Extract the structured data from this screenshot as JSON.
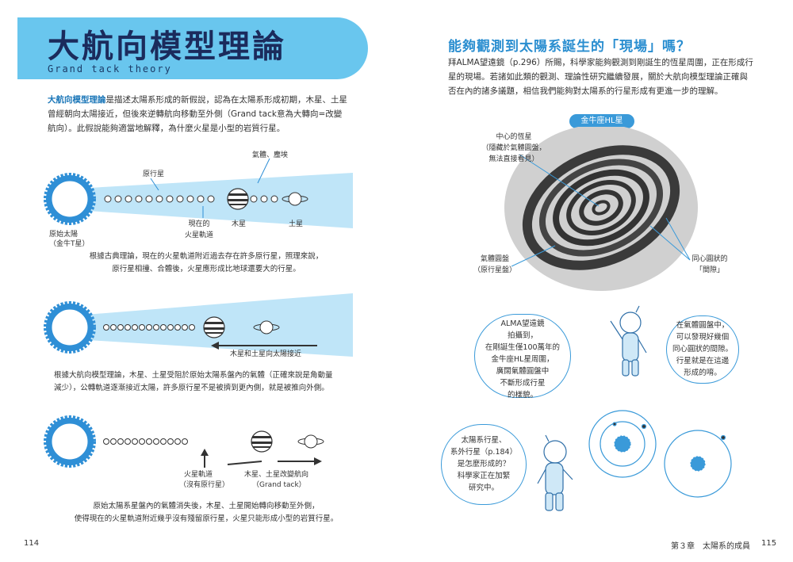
{
  "left": {
    "title": "大航向模型理論",
    "subtitle": "Grand tack theory",
    "intro_highlight": "大航向模型理論",
    "intro_rest": "是描述太陽系形成的新假說，認為在太陽系形成初期，木星、土星曾經朝向太陽接近，但後來逆轉航向移動至外側（Grand tack意為大轉向=改變航向）。此假說能夠適當地解釋，為什麼火星是小型的岩質行星。",
    "diagram1": {
      "gas_dust": "氣體、塵埃",
      "planetesimal": "原行星",
      "current_mars_orbit": "現在的\n火星軌道",
      "jupiter": "木星",
      "saturn": "土星",
      "proto_sun": "原始太陽",
      "proto_sun_note": "（金牛T星）",
      "caption": "根據古典理論，現在的火星軌道附近過去存在許多原行星，照理來說，\n原行星相撞、合體後，火星應形成比地球還要大的行星。"
    },
    "diagram2": {
      "arrow_label": "木星和土星向太陽接近",
      "caption": "根據大航向模型理論，木星、土星受阻於原始太陽系盤內的氣體（正確來說是角動量\n減少），公轉軌道逐漸接近太陽，許多原行星不是被擠到更內側，就是被推向外側。"
    },
    "diagram3": {
      "mars_orbit": "火星軌道",
      "mars_note": "（沒有原行星）",
      "tack": "木星、土星改變航向",
      "tack_note": "（Grand tack）",
      "caption": "原始太陽系星盤內的氣體消失後，木星、土星開始轉向移動至外側，\n使得現在的火星軌道附近幾乎沒有殘留原行星，火星只能形成小型的岩質行星。"
    },
    "page_number": "114"
  },
  "right": {
    "title": "能夠觀測到太陽系誕生的「現場」嗎？",
    "body": "拜ALMA望遠鏡（p.296）所賜，科學家能夠觀測到剛誕生的恆星周圍，正在形成行星的現場。若諸如此類的觀測、理論性研究繼續發展，關於大航向模型理論正確與否在內的諸多議題，相信我們能夠對太陽系的行星形成有更進一步的理解。",
    "badge": "金牛座HL星",
    "central_star": "中心的恆星\n（隱藏於氣體圓盤，\n無法直接看見）",
    "gas_disk": "氣體圓盤\n（原行星盤）",
    "rings_gaps": "同心圓狀的\n「間隙」",
    "alma_bubble": "ALMA望遠鏡\n拍攝到，\n在剛誕生僅100萬年的\n金牛座HL星周圍，\n廣闊氣體圓盤中\n不斷形成行星\n的樣貌。",
    "gaps_bubble": "在氣體圓盤中，\n可以發現好幾個\n同心圓狀的間隙。\n行星就是在這邊\n形成的唷。",
    "solar_bubble": "太陽系行星、\n系外行星（p.184）\n是怎麼形成的？\n科學家正在加緊\n研究中。",
    "chapter": "第３章　太陽系的成員",
    "page_number": "115"
  }
}
